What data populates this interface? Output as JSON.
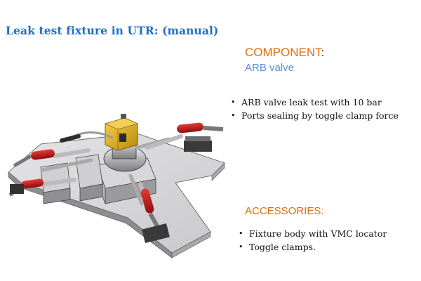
{
  "title": "Leak test fixture in UTR: (manual)",
  "component": {
    "heading": "COMPONENT",
    "colon": ":",
    "name": "ARB valve",
    "bullets": [
      "ARB valve leak test with 10 bar",
      "Ports sealing by toggle clamp force"
    ]
  },
  "accessories": {
    "heading": "ACCESSORIES:",
    "bullets": [
      "Fixture body with VMC locator",
      "Toggle clamps."
    ]
  },
  "colors": {
    "title": "#1f6fc4",
    "heading_orange": "#e46c0a",
    "component_name": "#5b8fd6",
    "clamp_red": "#c8161d",
    "valve_yellow": "#e8b21a"
  }
}
